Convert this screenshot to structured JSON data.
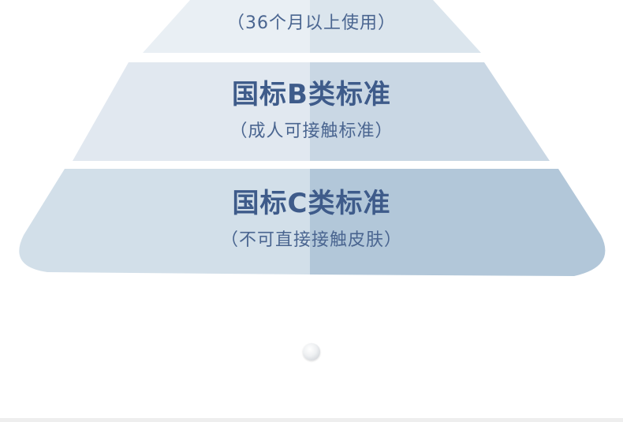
{
  "tiers": [
    {
      "title": "",
      "subtitle": "（36个月以上使用）",
      "colors": {
        "left": "#e9eff4",
        "right": "#dbe5ed"
      }
    },
    {
      "title": "国标B类标准",
      "subtitle": "（成人可接触标准）",
      "colors": {
        "left": "#e1e8f0",
        "right": "#c9d7e4"
      }
    },
    {
      "title": "国标C类标准",
      "subtitle": "（不可直接接触皮肤）",
      "colors": {
        "left": "#d2dfe9",
        "right": "#b2c7d9"
      }
    }
  ],
  "text_color": "#3e5b8a",
  "background": "#ffffff"
}
